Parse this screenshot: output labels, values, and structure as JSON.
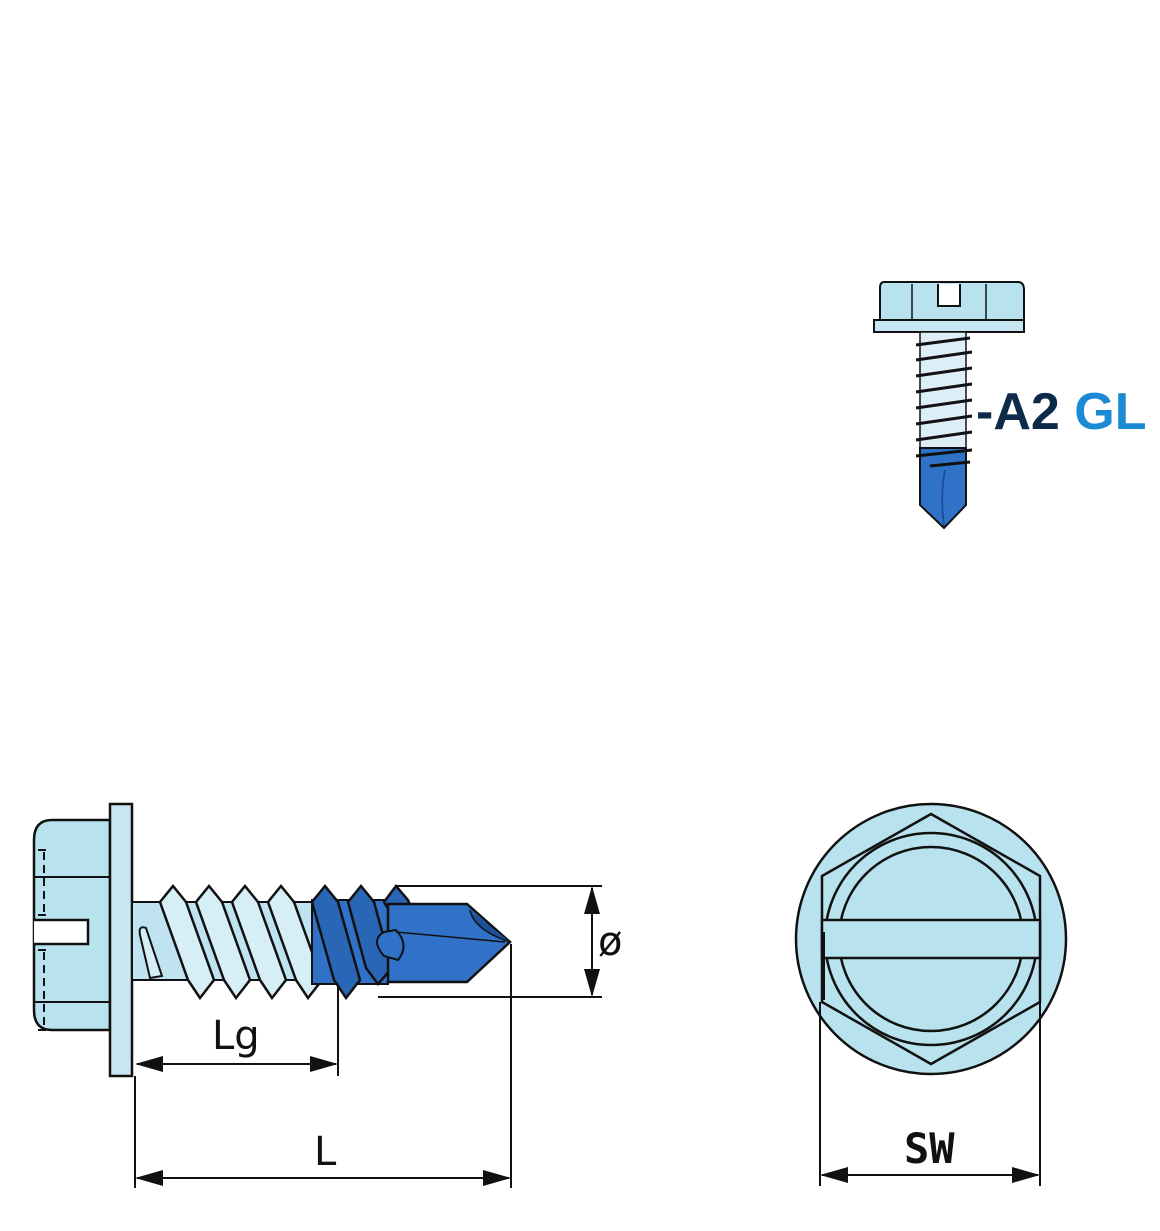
{
  "logo": {
    "part_dark": "-A2",
    "part_blue": "GL",
    "colors": {
      "dark": "#0e2a4a",
      "blue": "#1a8ad4"
    }
  },
  "drawing": {
    "side_view": {
      "labels": {
        "thread_length": "Lg",
        "total_length": "L",
        "diameter": "ø"
      }
    },
    "top_view": {
      "labels": {
        "wrench_size": "SW"
      }
    },
    "colors": {
      "head_fill": "#b8e2ee",
      "shank_fill": "#bfe3f0",
      "drill_fill": "#2f72c8",
      "drill_dark": "#1d4f9a",
      "outline": "#111111"
    }
  }
}
